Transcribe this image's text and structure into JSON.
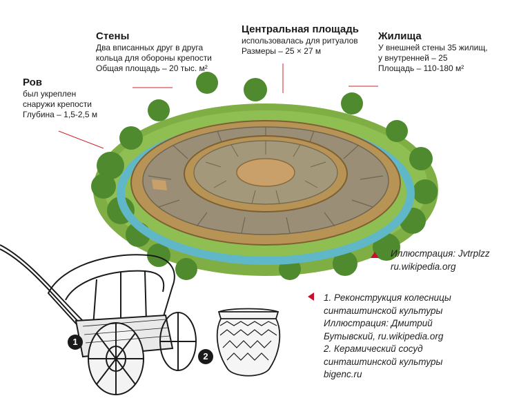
{
  "labels": {
    "walls": {
      "title": "Стены",
      "lines": [
        "Два вписанных друг в друга",
        "кольца для обороны крепости",
        "Общая площадь – 20 тыс. м²"
      ]
    },
    "square": {
      "title": "Центральная площадь",
      "lines": [
        "использовалась для ритуалов",
        "Размеры – 25 × 27 м"
      ]
    },
    "dwellings": {
      "title": "Жилища",
      "lines": [
        "У внешней стены 35 жилищ,",
        "у внутренней – 25",
        "Площадь – 110-180 м²"
      ]
    },
    "moat": {
      "title": "Ров",
      "lines": [
        "был укреплен",
        "снаружи крепости",
        "Глубина – 1,5-2,5 м"
      ]
    }
  },
  "captions": {
    "main_illustration": [
      "Иллюстрация: Jvtrplzz",
      "ru.wikipedia.org"
    ],
    "objects": [
      "1. Реконструкция колесницы",
      "синташтинской культуры",
      "Иллюстрация: Дмитрий",
      "Бутывский, ru.wikipedia.org",
      "2. Керамический сосуд",
      "синташтинской культуры",
      "bigenc.ru"
    ]
  },
  "badges": {
    "chariot": "1",
    "vessel": "2"
  },
  "colors": {
    "accent": "#c8102e",
    "leader": "#d2232a",
    "wall": "#b89356",
    "roof": "#9a8e76",
    "water": "#5fb7c7",
    "grass": "#7fae45"
  }
}
